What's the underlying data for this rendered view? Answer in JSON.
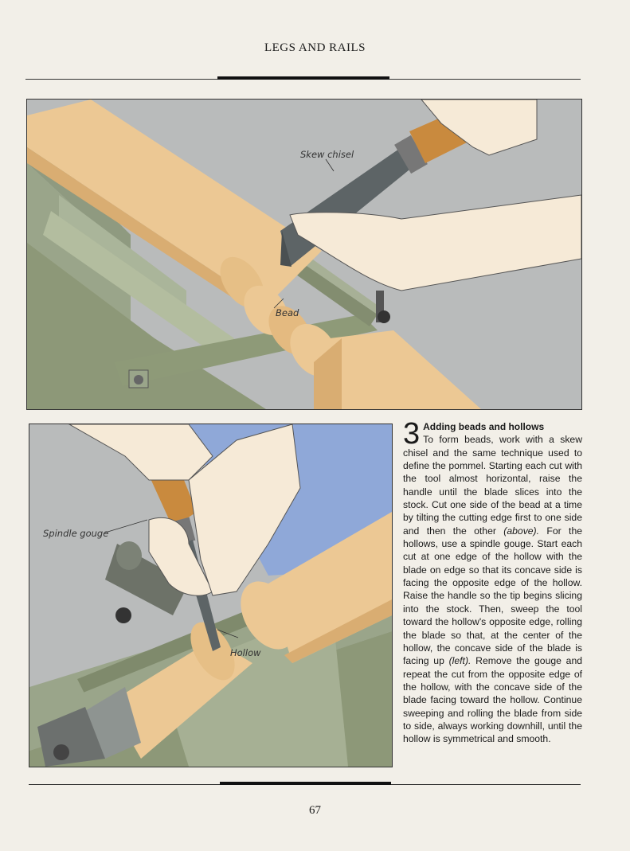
{
  "header": {
    "title": "LEGS AND RAILS"
  },
  "figure_top": {
    "callouts": {
      "skew_chisel": "Skew chisel",
      "bead": "Bead"
    }
  },
  "figure_bottom": {
    "callouts": {
      "spindle_gouge": "Spindle gouge",
      "hollow": "Hollow"
    }
  },
  "caption": {
    "step_number": "3",
    "title": "Adding beads and hollows",
    "part1": "To form beads, work with a skew chisel and the same technique used to define the pommel. Starting each cut with the tool almost horizontal, raise the handle until the blade slices into the stock. Cut one side of the bead at a time by tilting the cutting edge first to one side and then the other ",
    "ref_above": "(above).",
    "part2": " For the hollows, use a spindle gouge. Start each cut at one edge of the hollow with the blade on edge so that its concave side is facing the opposite edge of the hollow. Raise the handle so the tip begins slicing into the stock. Then, sweep the tool toward the hollow's opposite edge, rolling the blade so that, at the center of the hollow, the concave side of the blade is facing up ",
    "ref_left": "(left).",
    "part3": " Remove the gouge and repeat the cut from the opposite edge of the hollow, with the concave side of the blade facing toward the hollow. Continue sweeping and rolling the blade from side to side, always working downhill, until the hollow is symmetrical and smooth."
  },
  "footer": {
    "page_number": "67"
  },
  "colors": {
    "wood": "#ecc894",
    "wood_shade": "#d9ad72",
    "lathe_bed": "#9aa58a",
    "background_gray": "#b9bbbb",
    "skin": "#f6ead7",
    "sleeve_blue": "#8fa8d8",
    "steel": "#5d6466"
  }
}
